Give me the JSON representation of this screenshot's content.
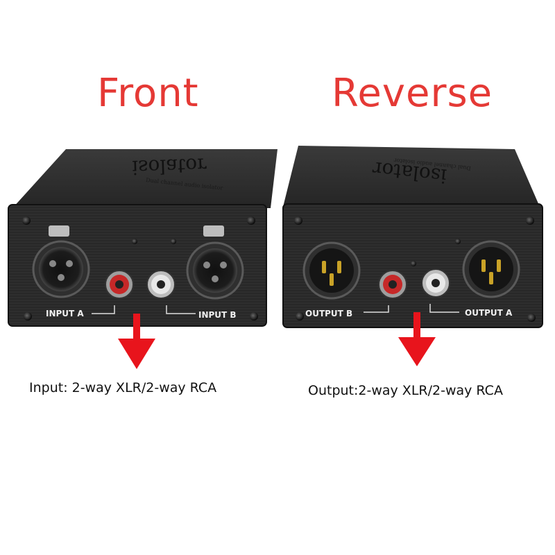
{
  "headings": {
    "front": "Front",
    "reverse": "Reverse"
  },
  "front_unit": {
    "brand": "isolator",
    "brand_subtitle": "Dual channel audio isolator",
    "label_left": "INPUT A",
    "label_right": "INPUT B"
  },
  "reverse_unit": {
    "brand": "isolator",
    "brand_subtitle": "Dual channel audio isolator",
    "label_left": "OUTPUT B",
    "label_right": "OUTPUT A"
  },
  "captions": {
    "input": "Input: 2-way XLR/2-way RCA",
    "output": "Output:2-way XLR/2-way RCA"
  },
  "colors": {
    "heading": "#e53935",
    "arrow": "#e8141c",
    "enclosure": "#2b2b2b",
    "rca_red": "#c62828",
    "rca_white": "#e8e8e8",
    "gold": "#c9a227"
  }
}
